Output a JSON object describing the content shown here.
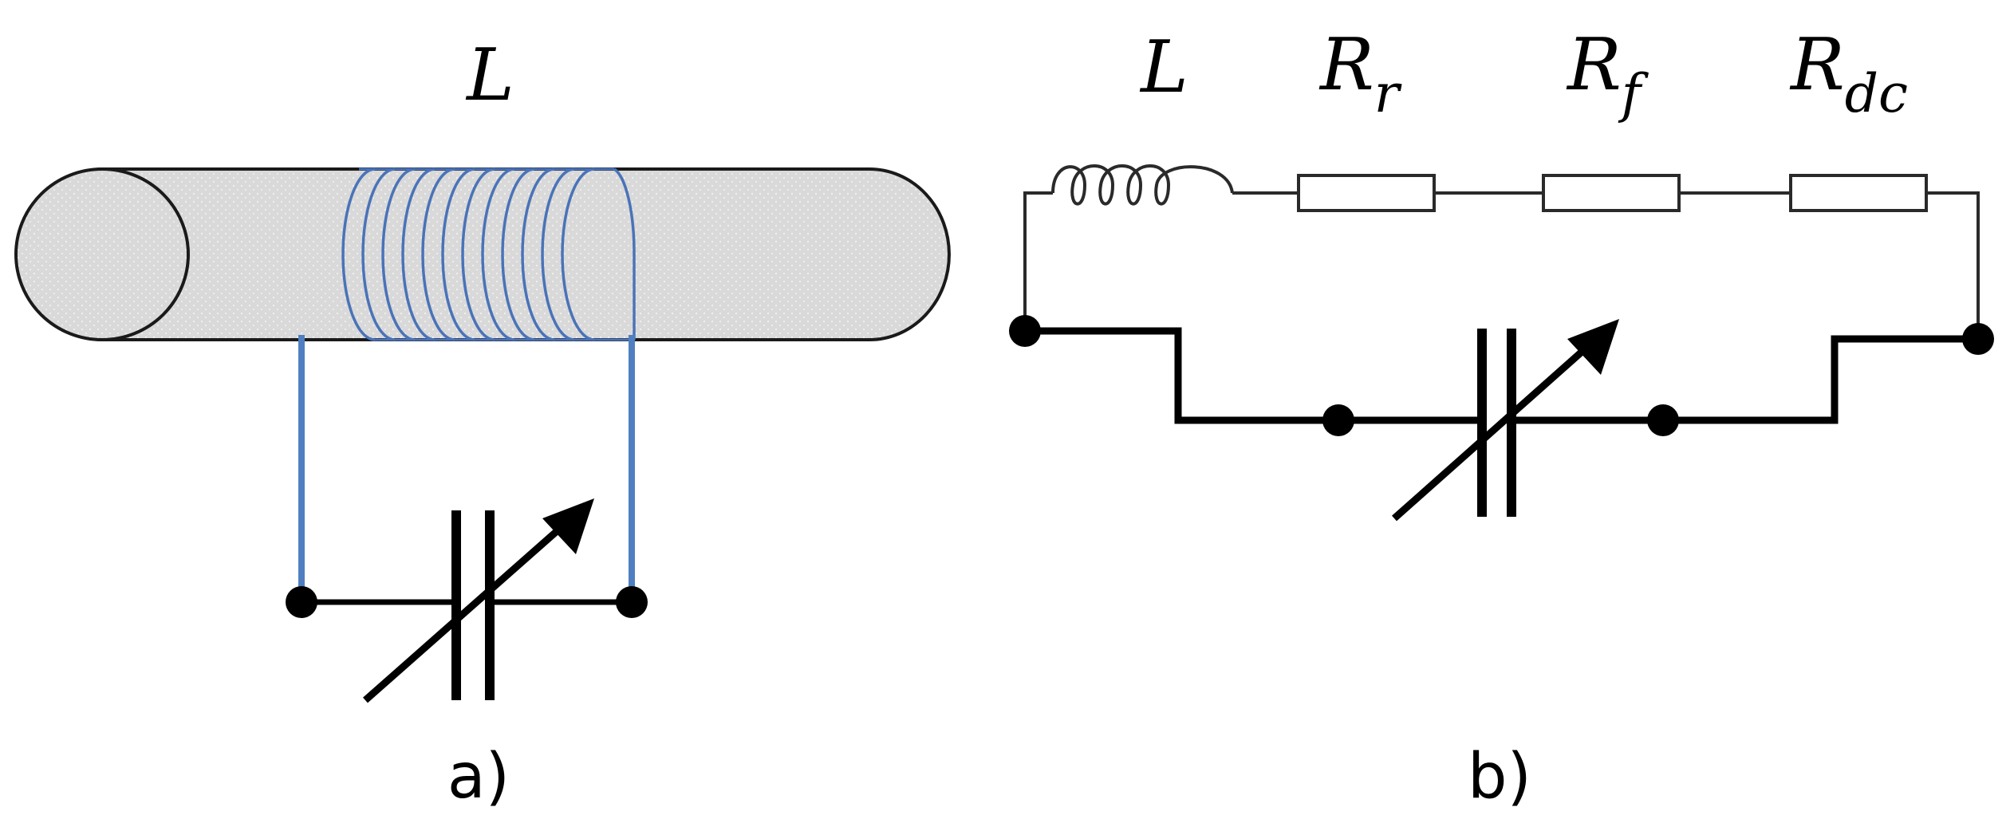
{
  "panel_a": {
    "inductor_label": "L",
    "caption": "a)"
  },
  "panel_b": {
    "inductor_label": "L",
    "resistors": [
      {
        "main": "R",
        "sub": "r"
      },
      {
        "main": "R",
        "sub": "f"
      },
      {
        "main": "R",
        "sub": "dc"
      }
    ],
    "caption": "b)"
  },
  "colors": {
    "rod_fill": "#d9d9d9",
    "rod_stroke": "#1a1a1a",
    "coil": "#4a73b8",
    "lead_wire": "#4f7fc0",
    "wire": "#000000"
  }
}
